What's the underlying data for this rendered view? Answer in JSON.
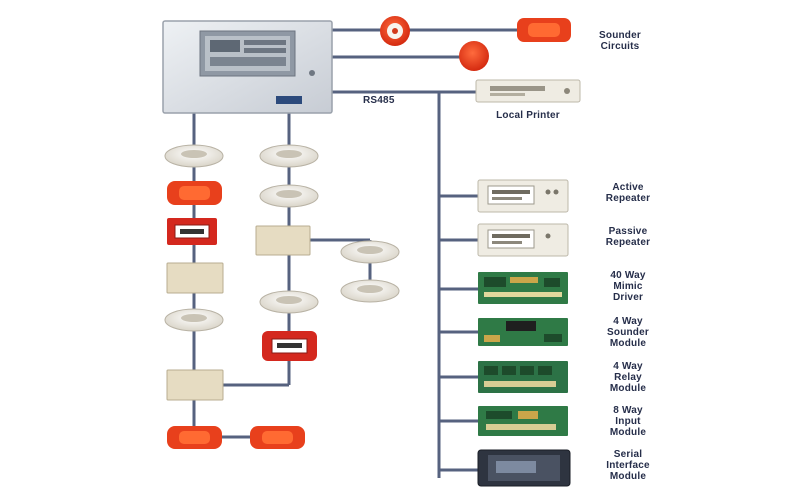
{
  "diagram": {
    "bus_label": "RS485",
    "sounder_circuits": [
      "Sounder",
      "Circuits"
    ],
    "local_printer": "Local Printer",
    "devices": [
      {
        "lines": [
          "Active",
          "Repeater"
        ]
      },
      {
        "lines": [
          "Passive",
          "Repeater"
        ]
      },
      {
        "lines": [
          "40 Way",
          "Mimic",
          "Driver"
        ]
      },
      {
        "lines": [
          "4 Way",
          "Sounder",
          "Module"
        ]
      },
      {
        "lines": [
          "4 Way",
          "Relay",
          "Module"
        ]
      },
      {
        "lines": [
          "8 Way",
          "Input",
          "Module"
        ]
      },
      {
        "lines": [
          "Serial",
          "Interface",
          "Module"
        ]
      }
    ]
  },
  "colors": {
    "wire": "#56627f",
    "panel": "#d6dbe2",
    "sounder": "#e8401c",
    "detector": "#efece4",
    "callpoint": "#d4281e",
    "module": "#e6dcc2",
    "pcb": "#2f7a46",
    "label": "#262e4a"
  }
}
